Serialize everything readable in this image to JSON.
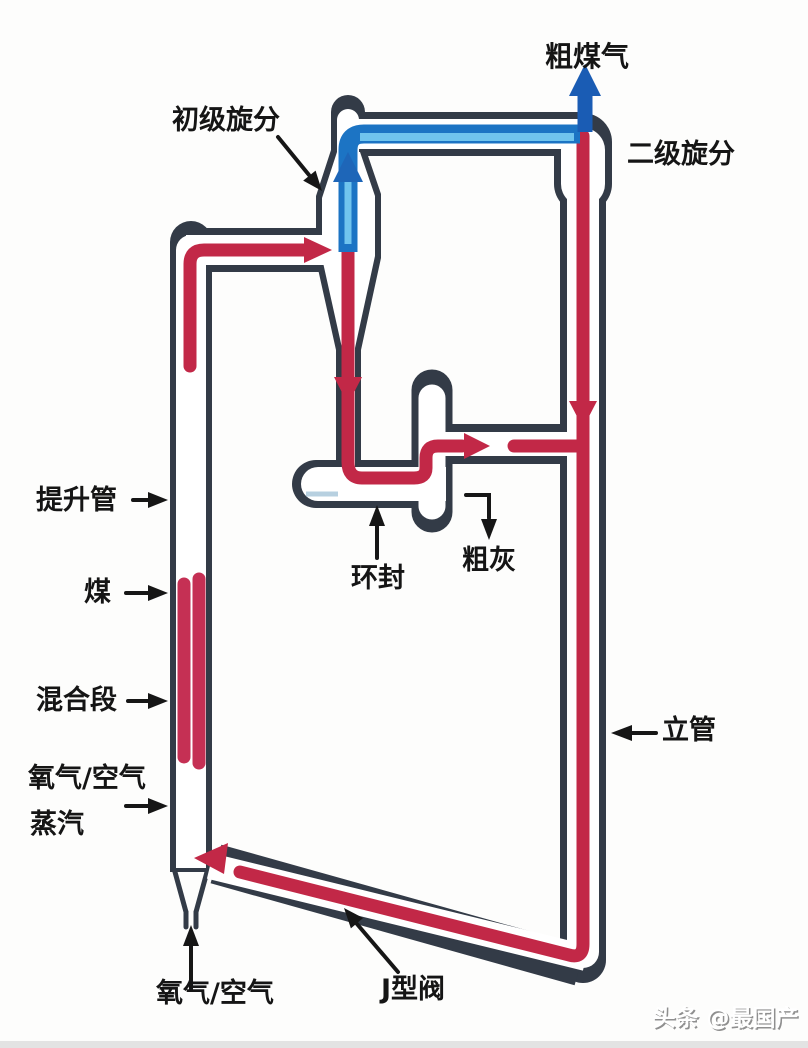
{
  "diagram": {
    "title_hint": "循环流化床气化炉流程示意图",
    "labels": {
      "raw_gas": {
        "text": "粗煤气"
      },
      "primary_cyclone": {
        "text": "初级旋分"
      },
      "secondary_cyclone": {
        "text": "二级旋分"
      },
      "riser": {
        "text": "提升管"
      },
      "coal": {
        "text": "煤"
      },
      "mixing_section": {
        "text": "混合段"
      },
      "oxygen_air_side": {
        "text": "氧气/空气"
      },
      "steam": {
        "text": "蒸汽"
      },
      "loop_seal": {
        "text": "环封"
      },
      "coarse_ash": {
        "text": "粗灰"
      },
      "standpipe": {
        "text": "立管"
      },
      "oxygen_air_bottom": {
        "text": "氧气/空气"
      },
      "j_valve": {
        "text": "J型阀"
      }
    },
    "watermark": {
      "text": "头条 @最国产"
    },
    "colors": {
      "pipe_outline": "#333b47",
      "solids_flow_red": "#c22847",
      "coal_bar_red": "#c53054",
      "gas_flow_blue": "#1c74c4",
      "gas_flow_blue_light": "#70c4ee",
      "gas_arrow_blue": "#1a5cb4",
      "label_text": "#151515",
      "watermark_gray": "#8f8f8f",
      "bottom_strip": "#e3e3e3"
    }
  }
}
